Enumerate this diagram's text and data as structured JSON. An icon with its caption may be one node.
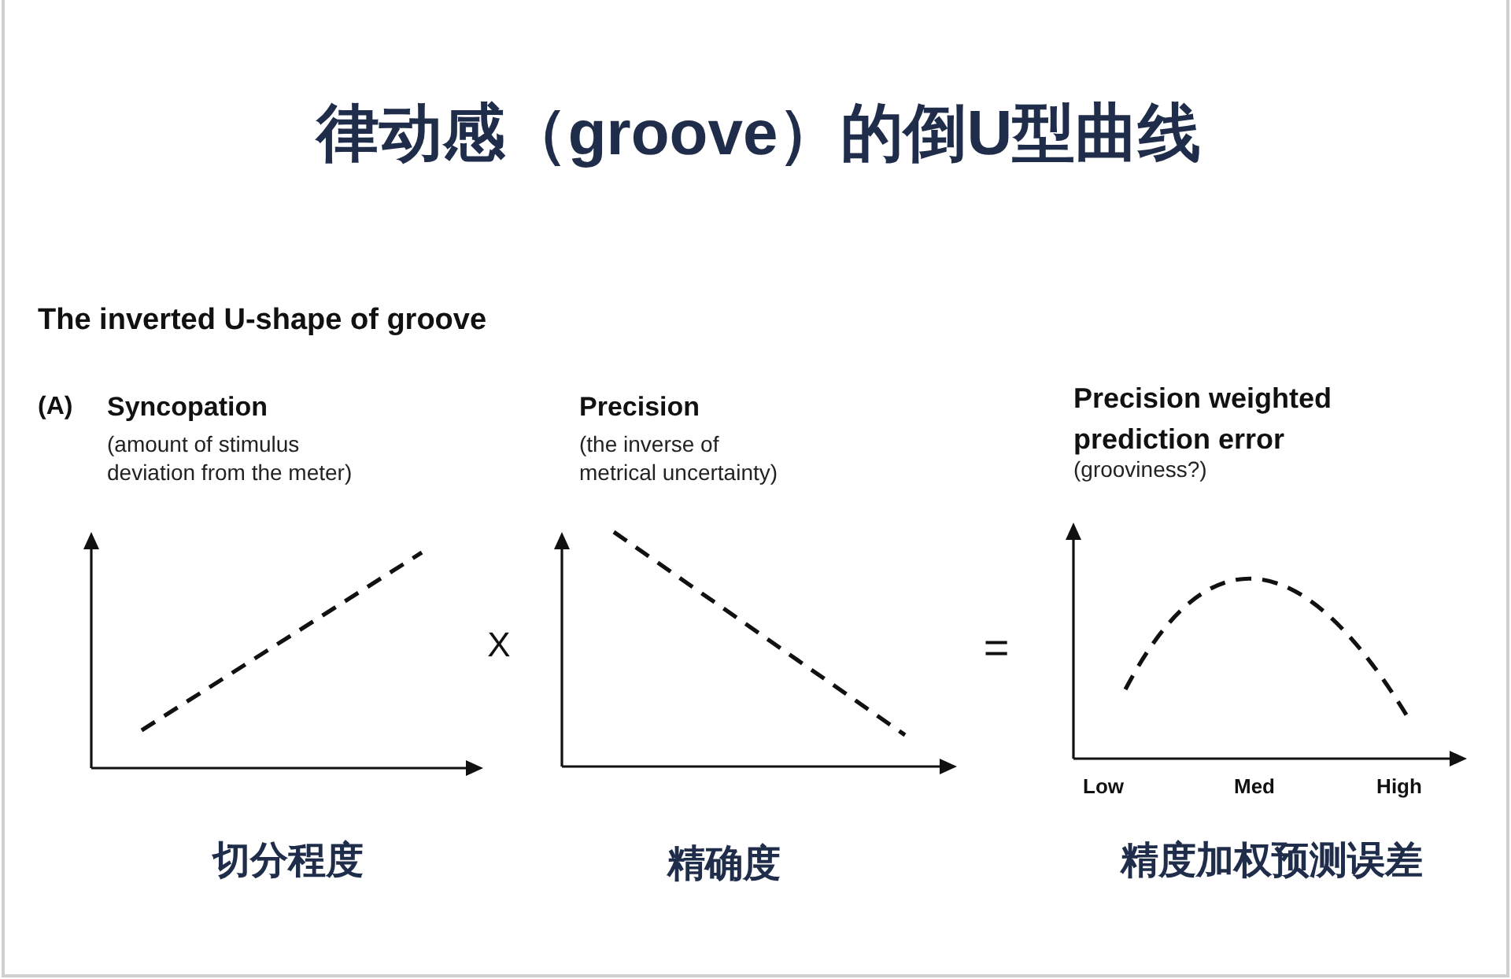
{
  "diagram": {
    "title": "律动感（groove）的倒U型曲线",
    "labels": [
      "The inverted U-shape of groove",
      "(A)",
      "Syncopation",
      "(amount of stimulus deviation from the meter)",
      "Precision",
      "(the inverse of metrical uncertainty)",
      "Precision weighted prediction error",
      "(grooviness?)",
      "X",
      "=",
      "Low",
      "Med",
      "High",
      "切分程度",
      "精确度",
      "精度加权预测误差"
    ]
  }
}
